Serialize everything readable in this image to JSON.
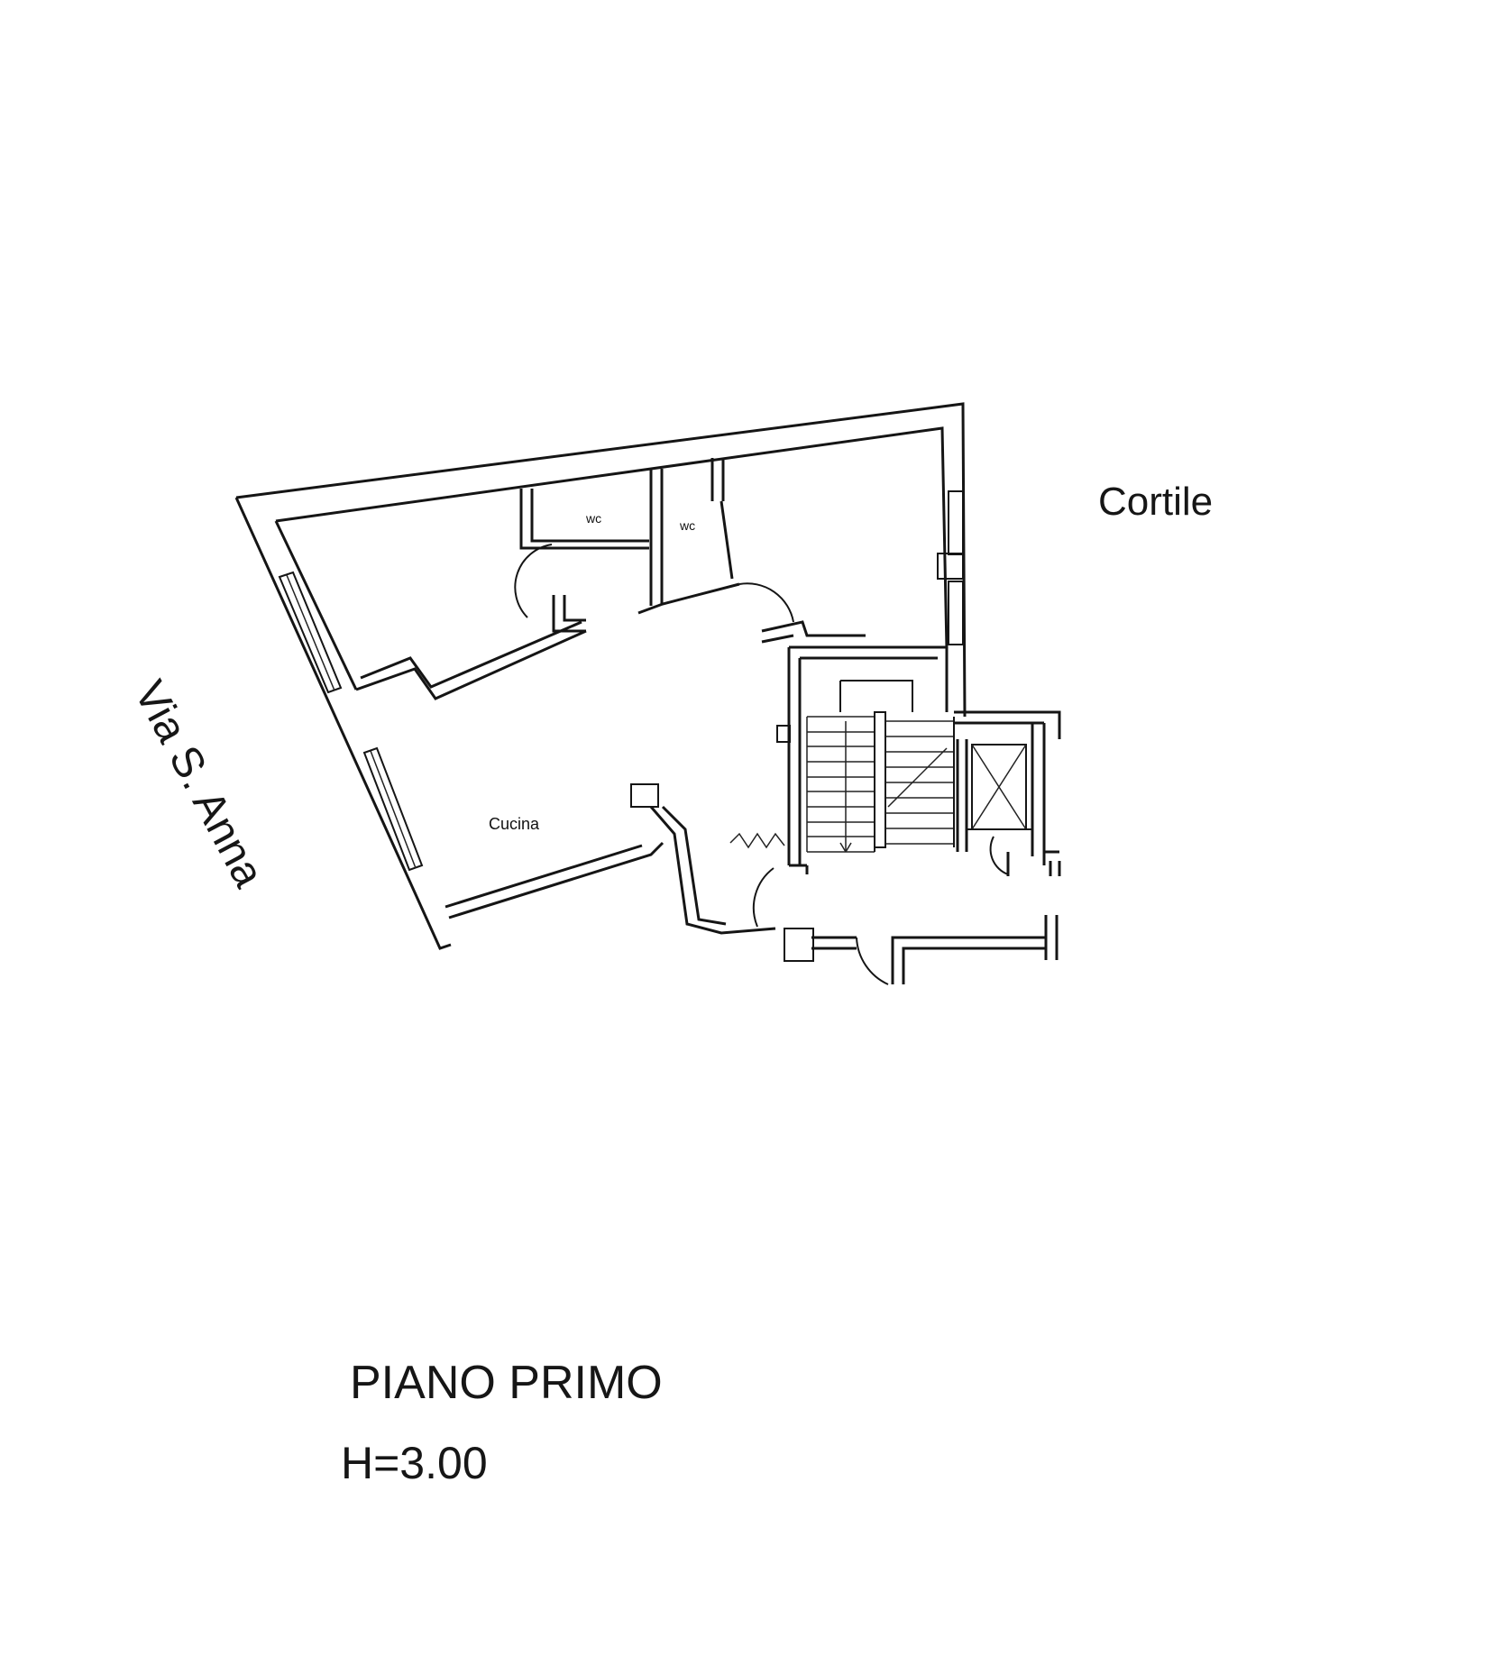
{
  "labels": {
    "street": "Via S. Anna",
    "courtyard": "Cortile",
    "wc_1": "wc",
    "wc_2": "wc",
    "kitchen": "Cucina"
  },
  "footer": {
    "floor_title": "PIANO PRIMO",
    "height": "H=3.00"
  }
}
